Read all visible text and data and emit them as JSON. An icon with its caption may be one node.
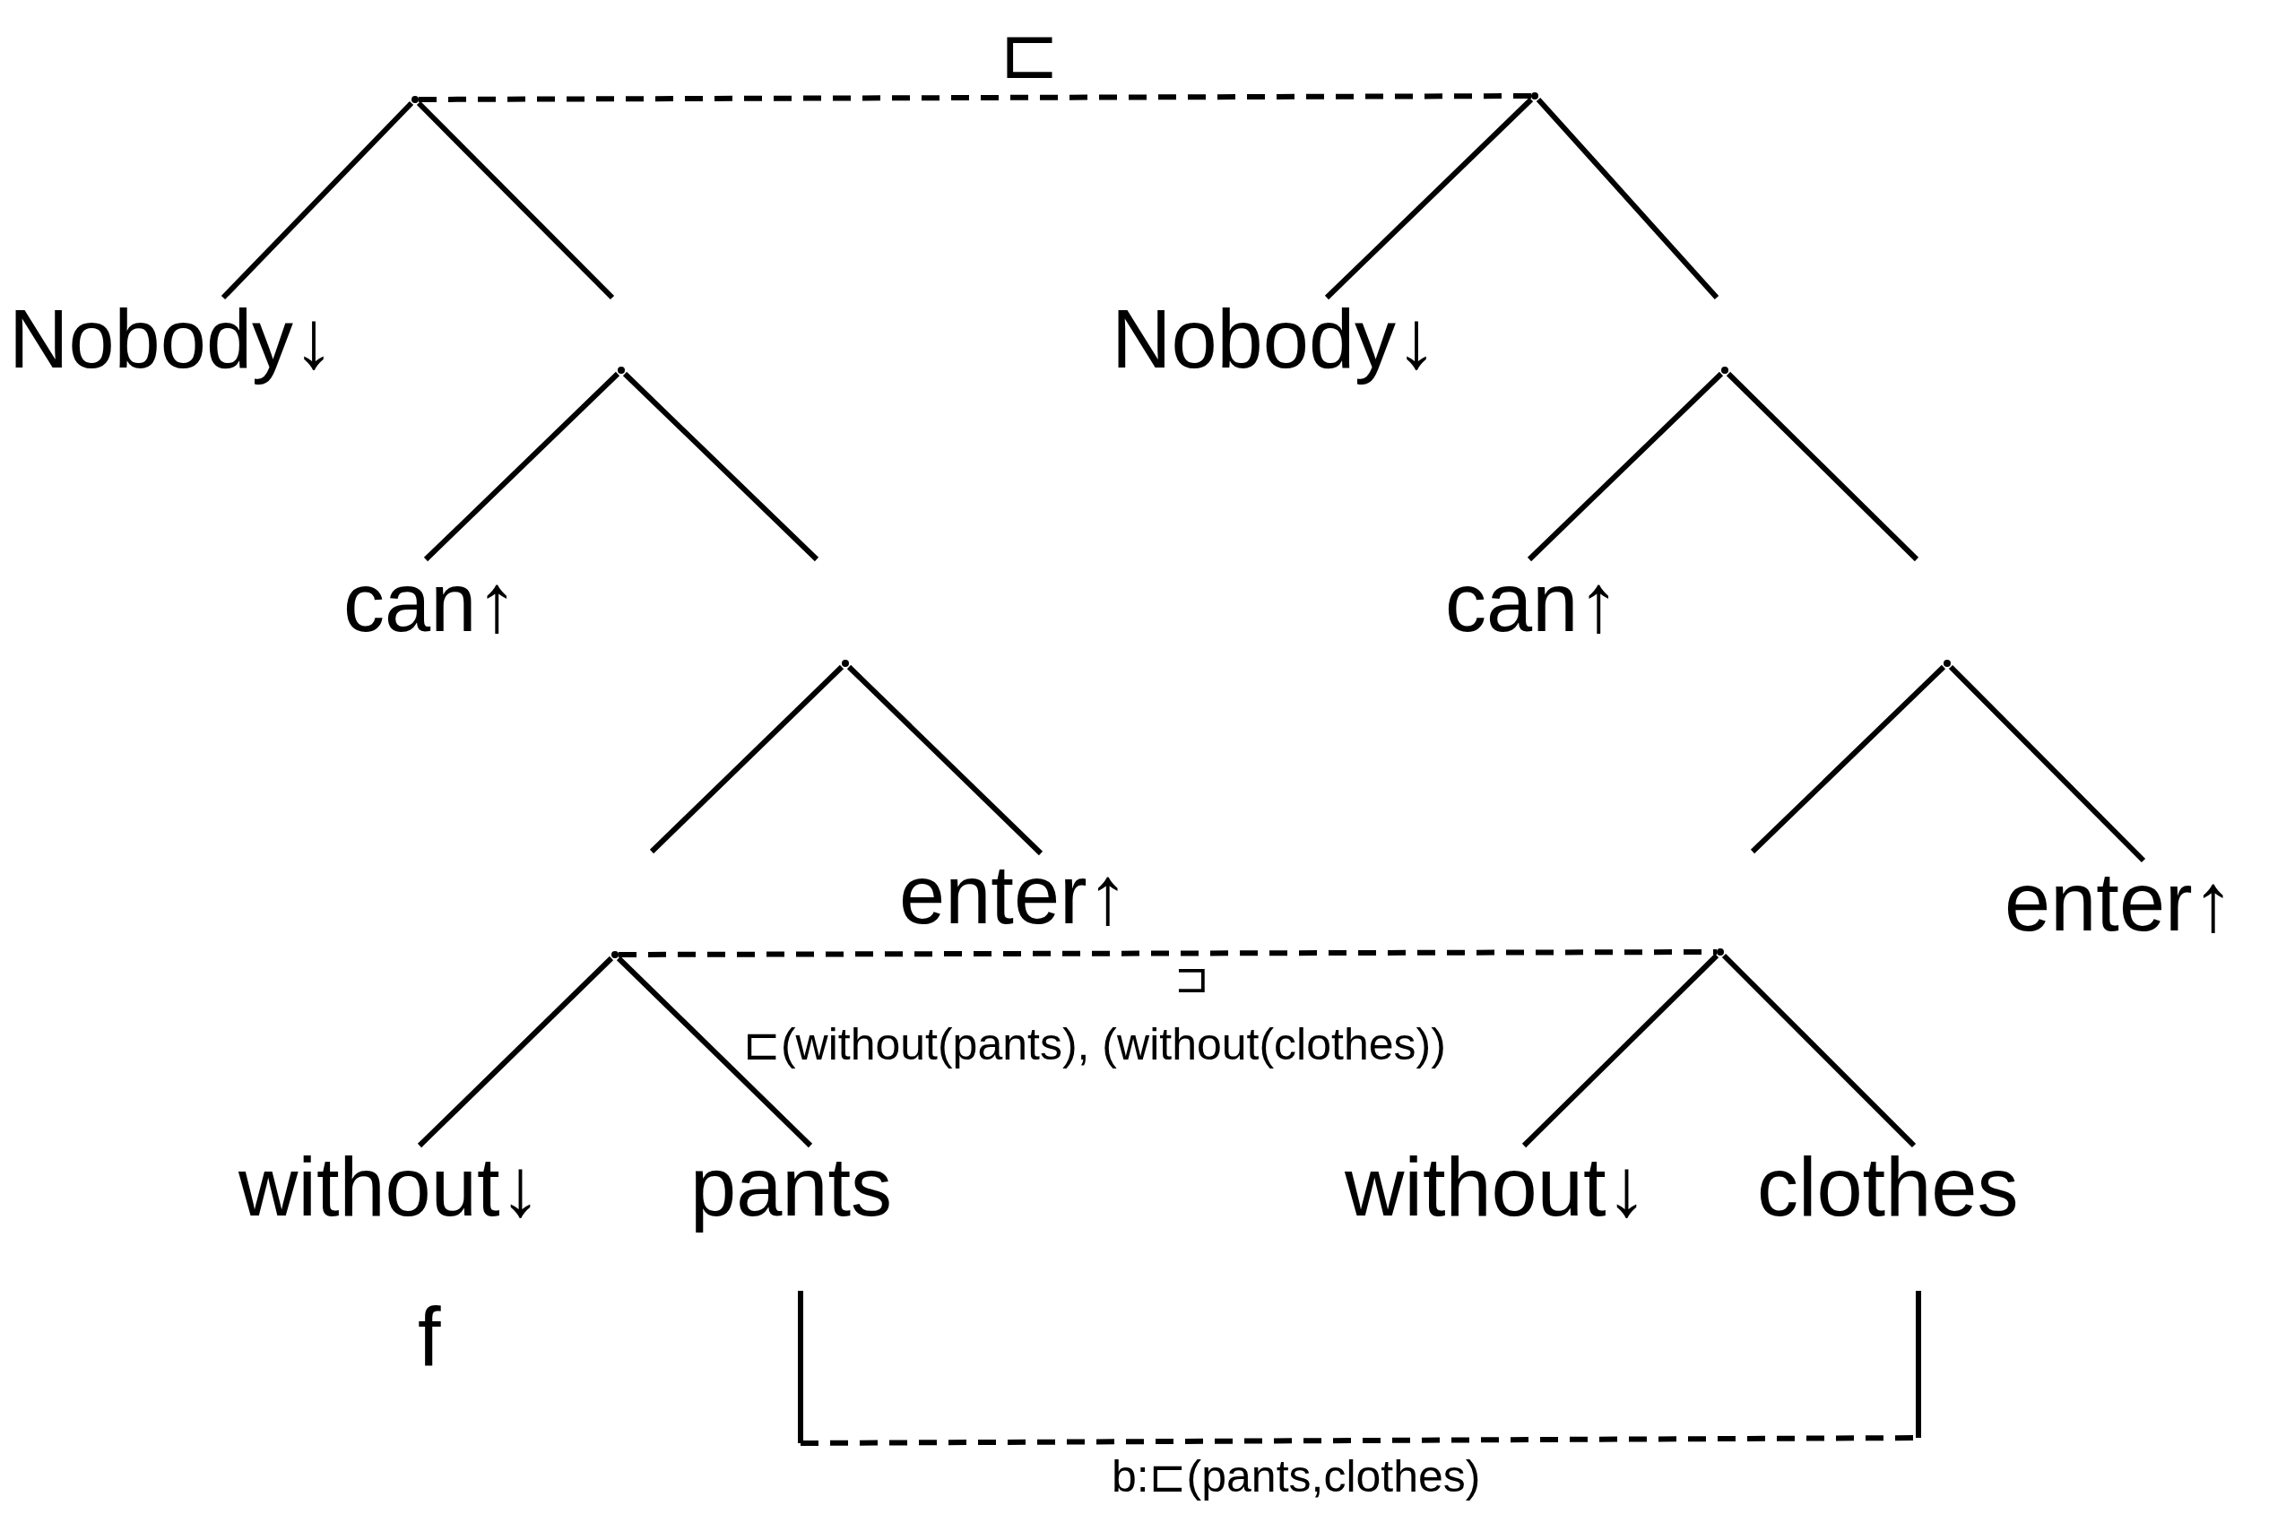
{
  "diagram": {
    "nodes": [
      {
        "text": [],
        "shape": "point"
      },
      {
        "text": [
          "Nobody↓"
        ]
      },
      {
        "text": [],
        "shape": "point"
      },
      {
        "text": [
          "can↑"
        ]
      },
      {
        "text": [],
        "shape": "point"
      },
      {
        "text": [],
        "shape": "point"
      },
      {
        "text": [
          "enter↑"
        ]
      },
      {
        "text": [
          "without↓"
        ],
        "beside": [
          "f"
        ]
      },
      {
        "text": [
          "pants"
        ]
      },
      {
        "text": [],
        "shape": "point"
      },
      {
        "text": [
          "Nobody↓"
        ]
      },
      {
        "text": [],
        "shape": "point"
      },
      {
        "text": [
          "can↑"
        ]
      },
      {
        "text": [],
        "shape": "point"
      },
      {
        "text": [],
        "shape": "point"
      },
      {
        "text": [
          "enter↑"
        ]
      },
      {
        "text": [
          "without↓"
        ]
      },
      {
        "text": [
          "clothes"
        ]
      }
    ],
    "edges": [
      {
        "from": 0,
        "to": 1,
        "arrow": "none"
      },
      {
        "from": 0,
        "to": 2,
        "arrow": "none"
      },
      {
        "from": 2,
        "to": 3,
        "arrow": "none"
      },
      {
        "from": 2,
        "to": 4,
        "arrow": "none"
      },
      {
        "from": 4,
        "to": 5,
        "arrow": "none"
      },
      {
        "from": 4,
        "to": 6,
        "arrow": "none"
      },
      {
        "from": 5,
        "to": 7,
        "arrow": "none"
      },
      {
        "from": 5,
        "to": 8,
        "arrow": "none"
      },
      {
        "from": 9,
        "to": 10,
        "arrow": "none"
      },
      {
        "from": 9,
        "to": 11,
        "arrow": "none"
      },
      {
        "from": 11,
        "to": 12,
        "arrow": "none"
      },
      {
        "from": 11,
        "to": 13,
        "arrow": "none"
      },
      {
        "from": 13,
        "to": 14,
        "arrow": "none"
      },
      {
        "from": 13,
        "to": 15,
        "arrow": "none"
      },
      {
        "from": 14,
        "to": 16,
        "arrow": "none"
      },
      {
        "from": 14,
        "to": 17,
        "arrow": "none"
      },
      {
        "from": 0,
        "to": 9,
        "arrow": "none",
        "style": "dashed",
        "label": "⊏"
      },
      {
        "from": 5,
        "to": 14,
        "arrow": "none",
        "style": "dashed",
        "label": "⊐"
      },
      {
        "from": 8,
        "to": 17,
        "arrow": "none",
        "style": "dashed",
        "label": "b:⊏(pants,clothes)"
      }
    ],
    "labels": [
      "⊏(without(pants), (without(clothes))"
    ]
  }
}
